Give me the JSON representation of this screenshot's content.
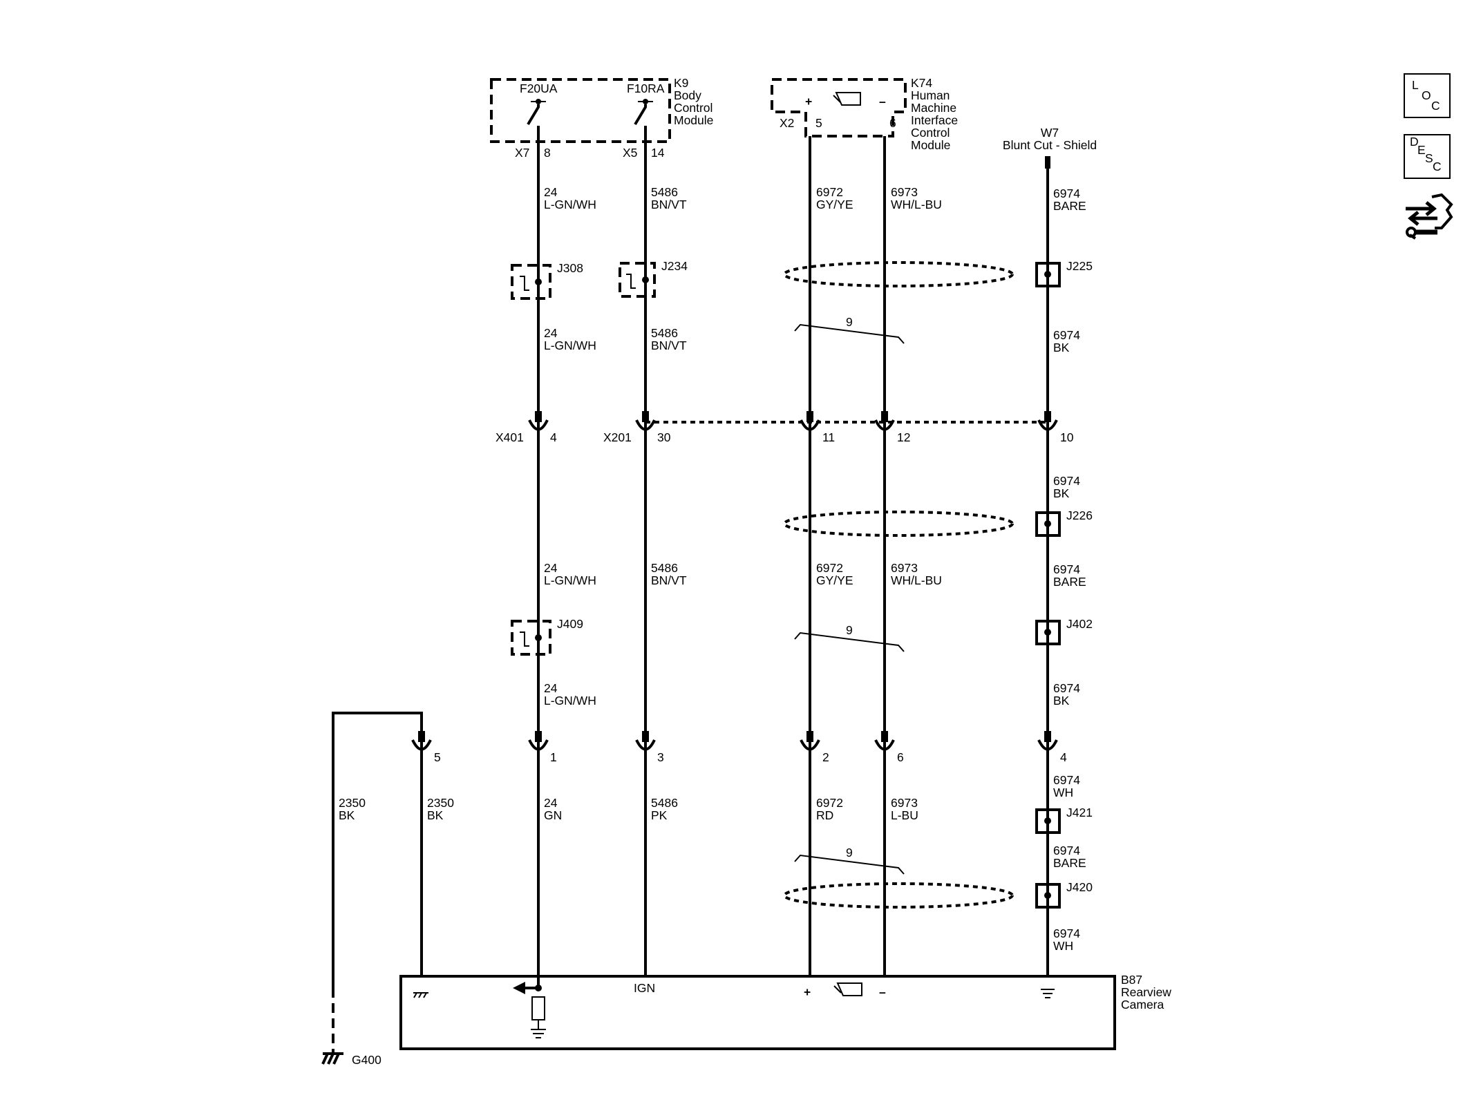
{
  "components": {
    "k9": {
      "ref": "K9",
      "name_lines": [
        "Body",
        "Control",
        "Module"
      ],
      "fuse_left": "F20UA",
      "fuse_right": "F10RA",
      "conn_left": "X7",
      "pin_left": "8",
      "conn_right": "X5",
      "pin_right": "14"
    },
    "k74": {
      "ref": "K74",
      "name_lines": [
        "Human",
        "Machine",
        "Interface",
        "Control",
        "Module"
      ],
      "conn": "X2",
      "pin_plus": "5",
      "pin_minus": "6",
      "plus": "+",
      "minus": "–"
    },
    "w7": {
      "ref": "W7",
      "name": "Blunt Cut - Shield"
    },
    "b87": {
      "ref": "B87",
      "name_lines": [
        "Rearview",
        "Camera"
      ],
      "ign": "IGN",
      "plus": "+",
      "minus": "–"
    },
    "g400": {
      "ref": "G400"
    }
  },
  "wires": {
    "w24": {
      "num": "24",
      "color_top": "L-GN/WH",
      "color_bottom": "GN"
    },
    "w5486": {
      "num": "5486",
      "color_top": "BN/VT",
      "color_bottom": "PK"
    },
    "w6972": {
      "num": "6972",
      "color_top": "GY/YE",
      "color_bottom": "RD"
    },
    "w6973": {
      "num": "6973",
      "color_top": "WH/L-BU",
      "color_bottom": "L-BU"
    },
    "w6974": {
      "num": "6974",
      "bare": "BARE",
      "bk": "BK",
      "wh": "WH"
    },
    "w2350": {
      "num": "2350",
      "color": "BK"
    },
    "twist": "9"
  },
  "splices": {
    "j308": "J308",
    "j234": "J234",
    "j225": "J225",
    "j226": "J226",
    "j409": "J409",
    "j402": "J402",
    "j421": "J421",
    "j420": "J420"
  },
  "connectors": {
    "x401": {
      "ref": "X401",
      "pin": "4"
    },
    "x201": {
      "ref": "X201",
      "pin": "30"
    },
    "x201_pins": [
      "11",
      "12",
      "10"
    ],
    "lower_pins": [
      "5",
      "1",
      "3",
      "2",
      "6",
      "4"
    ]
  },
  "side_icons": {
    "loc": [
      "L",
      "O",
      "C"
    ],
    "desc": [
      "D",
      "E",
      "S",
      "C"
    ]
  }
}
